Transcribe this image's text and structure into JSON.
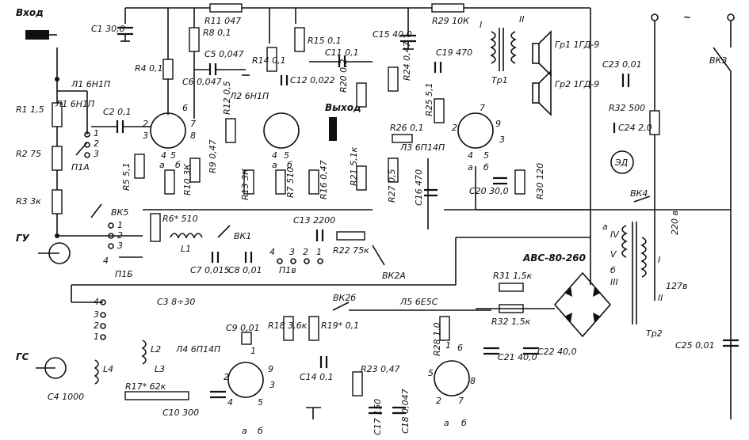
{
  "labels": {
    "input": "Вход",
    "output": "Выход",
    "tuner_output_label": "ГУ",
    "signal_gen_label": "ГС",
    "transformer_id": "АВС-80-260",
    "mains_220": "220 в",
    "mains_127": "127в",
    "ac_symbol": "~"
  },
  "tubes": {
    "l1": "Л1 6Н1П",
    "l2": "Л2 6Н1П",
    "l3": "Л3 6П14П",
    "l4": "Л4 6П14П",
    "l5": "Л5 6Е5С"
  },
  "resistors": {
    "r1": "R1 1,5",
    "r2": "R2 75",
    "r3": "R3 3к",
    "r4": "R4 0,1",
    "r5": "R5 5,1",
    "r6": "R6* 510",
    "r7": "R7 510",
    "r8": "R8 0,1",
    "r9": "R9 0,47",
    "r10": "R10 3К",
    "r11": "R11 047",
    "r12": "R12 0,5",
    "r13": "R13 3К",
    "r14": "R14 0,1",
    "r15": "R15 0,1",
    "r16": "R16 0,47",
    "r17": "R17* 62к",
    "r18": "R18 3,6к",
    "r19": "R19* 0,1",
    "r20": "R20 0,2",
    "r21": "R21 5,1к",
    "r22": "R22 75к",
    "r23": "R23 0,47",
    "r24": "R24 0,47",
    "r25": "R25 5,1",
    "r26": "R26 0,1",
    "r27": "R27 0,5",
    "r28": "R28 1,0",
    "r29": "R29 10К",
    "r30": "R30 120",
    "r31": "R31 1,5к",
    "r32a": "R32 1,5к",
    "r32b": "R32 500"
  },
  "capacitors": {
    "c1": "C1 30,0",
    "c2": "C2 0,1",
    "c3": "C3 8÷30",
    "c4": "C4 1000",
    "c5": "C5 0,047",
    "c6": "C6 0,047",
    "c7": "C7 0,015",
    "c8": "C8 0,01",
    "c9": "C9 0,01",
    "c10": "C10 300",
    "c11": "C11 0,1",
    "c12": "C12 0,022",
    "c13": "C13 2200",
    "c14": "C14 0,1",
    "c15": "C15 40,0",
    "c16": "C16 470",
    "c17": "C17 150",
    "c18": "C18 0,047",
    "c19": "C19 470",
    "c20": "C20 30,0",
    "c21": "C21 40,0",
    "c22": "C22 40,0",
    "c23": "C23 0,01",
    "c24": "C24 2,0",
    "c25": "C25 0,01"
  },
  "switches": {
    "vk1": "ВК1",
    "vk2a": "ВК2А",
    "vk2b": "ВК2б",
    "vk3": "ВК3",
    "vk4": "ВК4",
    "vk5": "ВК5",
    "p1a": "П1А",
    "p1b": "П1Б",
    "p1v": "П1в"
  },
  "inductors": {
    "l1": "L1",
    "l2": "L2",
    "l3": "L3",
    "l4": "L4"
  },
  "transformers": {
    "tr1": "Тр1",
    "tr2": "Тр2"
  },
  "speakers": {
    "gr1": "Гр1 1ГД-9",
    "gr2": "Гр2 1ГД-9"
  },
  "motor": "ЭД",
  "windings": {
    "w1": "I",
    "w2": "II",
    "w3": "III",
    "w4": "IV",
    "w5": "V",
    "a": "а",
    "b": "б"
  },
  "pins": {
    "p1": "1",
    "p2": "2",
    "p3": "3",
    "p4": "4",
    "p5": "5",
    "p6": "6",
    "p7": "7",
    "p8": "8",
    "p9": "9"
  }
}
